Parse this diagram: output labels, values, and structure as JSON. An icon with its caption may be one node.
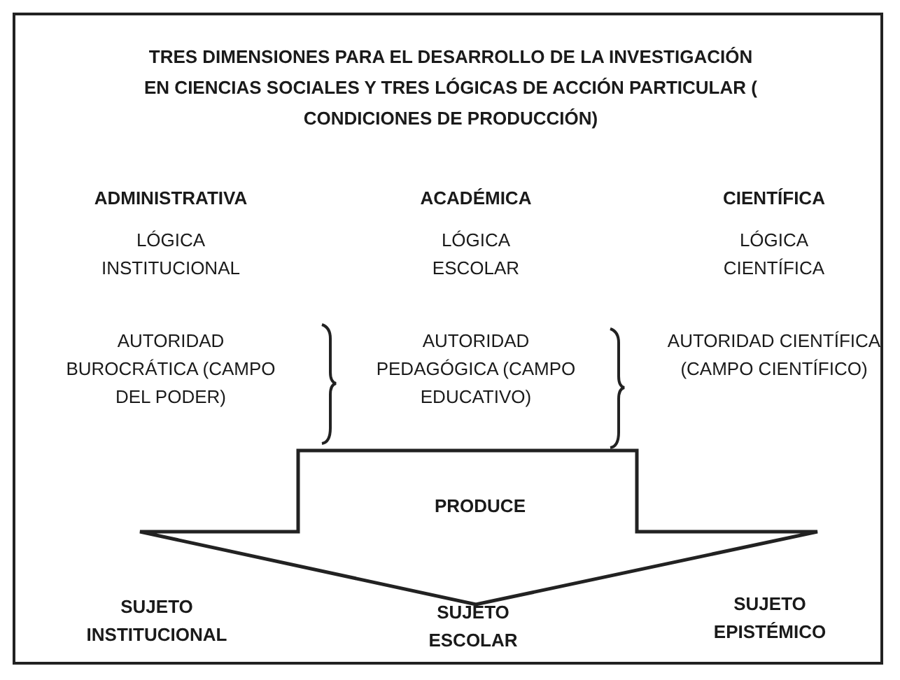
{
  "diagram": {
    "title": "TRES DIMENSIONES PARA EL DESARROLLO DE LA INVESTIGACIÓN EN CIENCIAS SOCIALES Y TRES LÓGICAS DE ACCIÓN PARTICULAR ( CONDICIONES DE PRODUCCIÓN)",
    "nodes": [
      {
        "text": [
          "PRODUCE"
        ]
      }
    ],
    "labels": [
      "ADMINISTRATIVA",
      "ACADÉMICA",
      "CIENTÍFICA",
      "LÓGICA INSTITUCIONAL",
      "LÓGICA ESCOLAR",
      "LÓGICA CIENTÍFICA",
      "AUTORIDAD BUROCRÁTICA (CAMPO DEL PODER)",
      "AUTORIDAD PEDAGÓGICA (CAMPO EDUCATIVO)",
      "AUTORIDAD CIENTÍFICA (CAMPO CIENTÍFICO)",
      "SUJETO INSTITUCIONAL",
      "SUJETO ESCOLAR",
      "SUJETO EPISTÉMICO"
    ]
  }
}
